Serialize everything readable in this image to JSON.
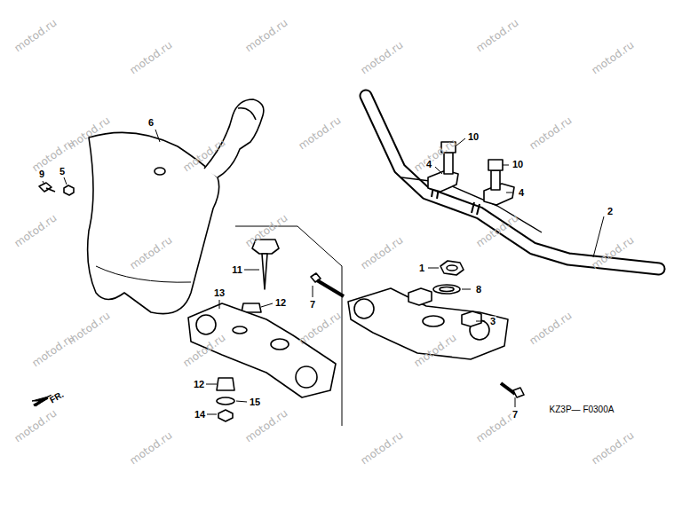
{
  "diagram": {
    "labels": [
      "6",
      "9",
      "5",
      "10",
      "4",
      "10",
      "4",
      "2",
      "1",
      "8",
      "3",
      "11",
      "12",
      "13",
      "7",
      "12",
      "15",
      "14",
      "7",
      "FR.",
      "KZ3P— F0300A",
      "motod.ru",
      "motod.ru",
      "motod.ru",
      "motod.ru",
      "motod.ru",
      "motod.ru",
      "motod.ru",
      "motod.ru",
      "motod.ru",
      "motod.ru",
      "motod.ru",
      "motod.ru",
      "motod.ru",
      "motod.ru",
      "motod.ru",
      "motod.ru",
      "motod.ru",
      "motod.ru",
      "motod.ru",
      "motod.ru",
      "motod.ru",
      "motod.ru",
      "motod.ru",
      "motod.ru",
      "motod.ru",
      "motod.ru",
      "motod.ru",
      "motod.ru",
      "motod.ru",
      "motod.ru"
    ]
  }
}
